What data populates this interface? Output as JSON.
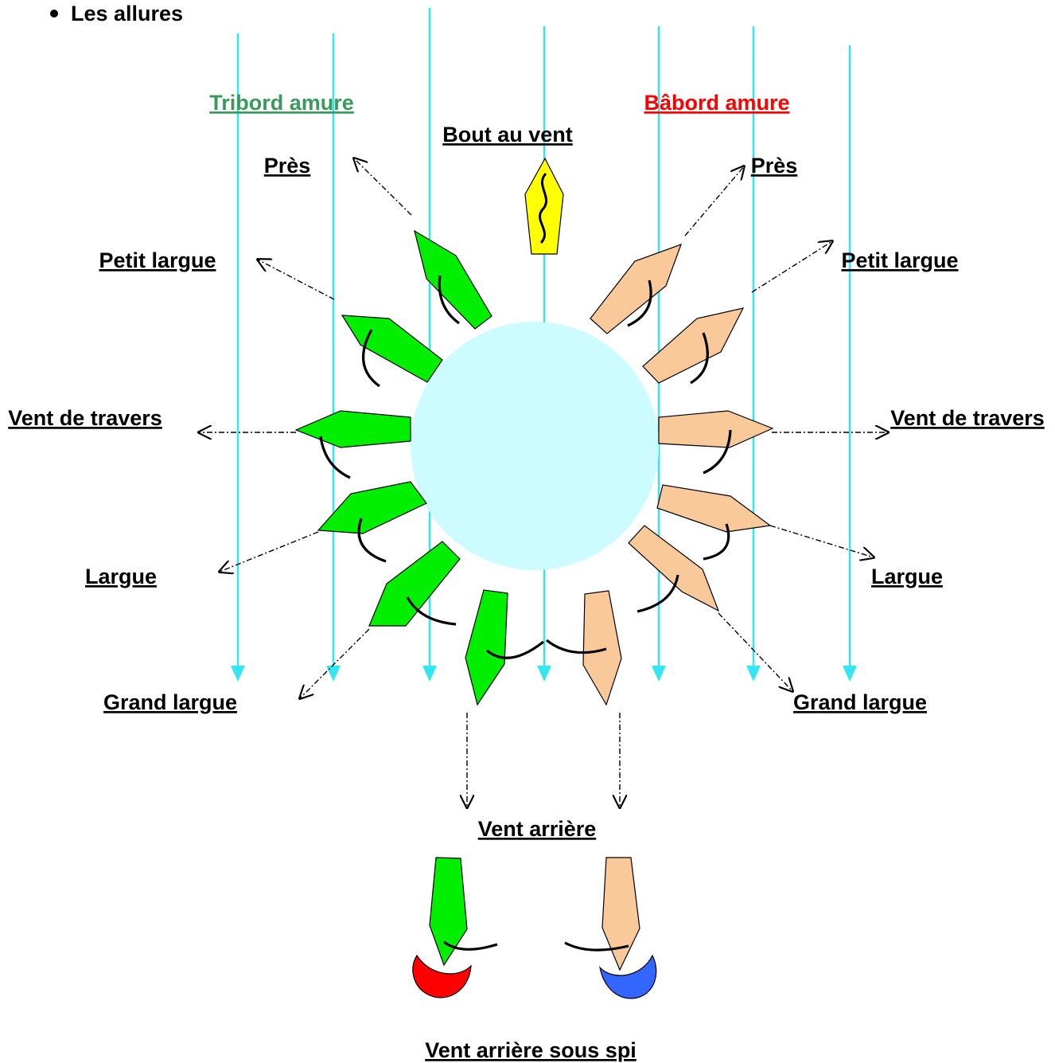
{
  "heading": "Les allures",
  "tack": {
    "starboard": {
      "label": "Tribord amure",
      "color": "#3a9a5c"
    },
    "port": {
      "label": "Bâbord amure",
      "color": "#ff0000"
    }
  },
  "points_of_sail": {
    "head_to_wind": "Bout au vent",
    "close_hauled": "Près",
    "close_reach": "Petit largue",
    "beam_reach": "Vent de travers",
    "broad_reach": "Largue",
    "training_run": "Grand largue",
    "run": "Vent arrière",
    "run_spinnaker": "Vent arrière sous spi"
  },
  "colors": {
    "wind": "#33e6f0",
    "center_circle": "#ccfcff",
    "starboard_boat": "#00ee00",
    "port_boat": "#fac99a",
    "head_to_wind_boat": "#ffff00",
    "spinnaker_starboard": "#ff0000",
    "spinnaker_port": "#3366ff"
  },
  "icons": [
    "bullet-icon",
    "boat-icon",
    "sail-icon",
    "spinnaker-icon",
    "wind-arrow-icon"
  ]
}
